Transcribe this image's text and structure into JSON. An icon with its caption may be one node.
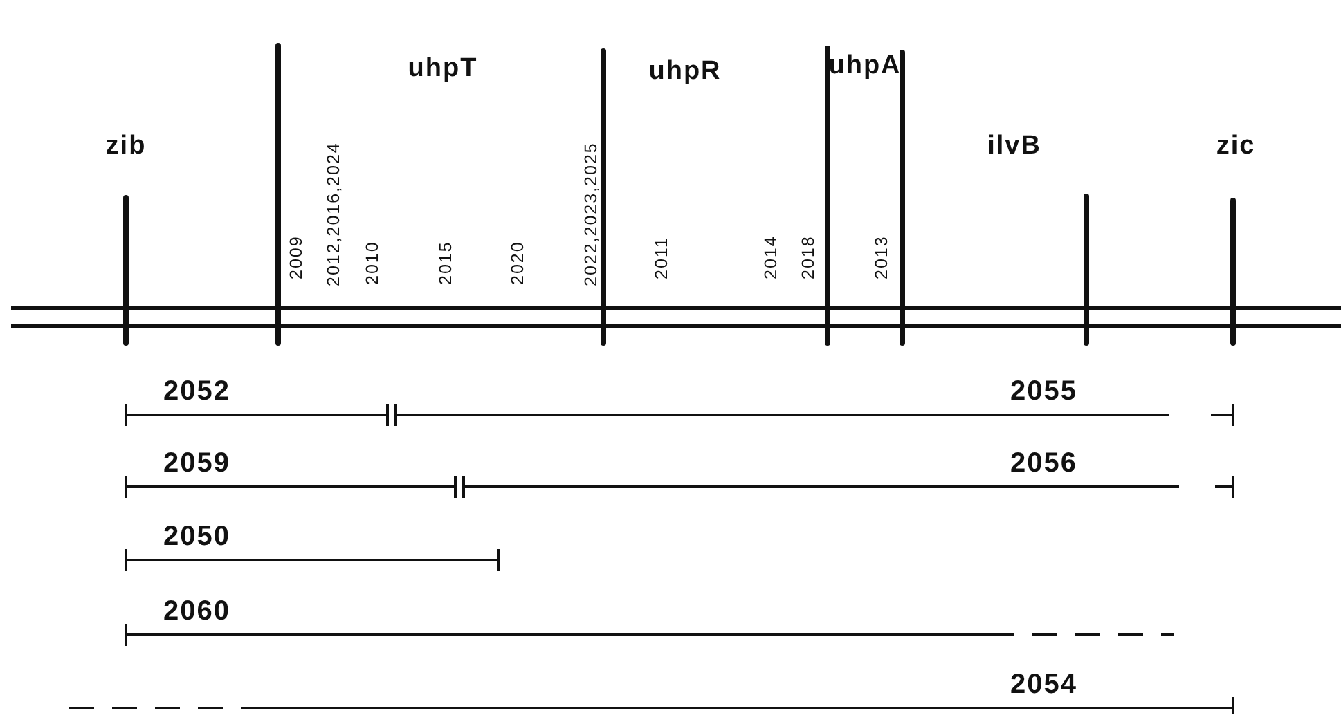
{
  "diagram": {
    "labels": [
      "zib",
      "uhpT",
      "uhpR",
      "uhpA",
      "ilvB",
      "zic",
      "2009",
      "2012,2016,2024",
      "2010",
      "2015",
      "2020",
      "2022,2023,2025",
      "2011",
      "2014",
      "2018",
      "2013",
      "2052",
      "2055",
      "2059",
      "2056",
      "2050",
      "2060",
      "2054"
    ]
  }
}
